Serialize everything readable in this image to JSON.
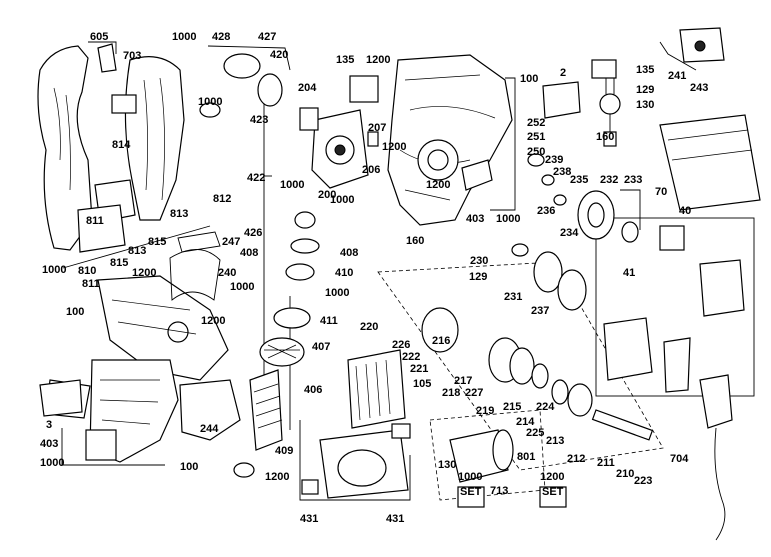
{
  "labels": {
    "l605": "605",
    "l703": "703",
    "l1000a": "1000",
    "l428": "428",
    "l427": "427",
    "l420": "420",
    "l135a": "135",
    "l1200a": "1200",
    "l100a": "100",
    "l2": "2",
    "l135b": "135",
    "l129": "129",
    "l130": "130",
    "l241": "241",
    "l243": "243",
    "l204": "204",
    "l1000b": "1000",
    "l423": "423",
    "l814": "814",
    "l207": "207",
    "l252": "252",
    "l251": "251",
    "l250": "250",
    "l160a": "160",
    "l239": "239",
    "l238": "238",
    "l235": "235",
    "l232": "232",
    "l233": "233",
    "l70": "70",
    "l206": "206",
    "l1200b": "1200",
    "l1000c": "1000",
    "l200": "200",
    "l422": "422",
    "l1200c": "1200",
    "l236": "236",
    "l812": "812",
    "l1000d": "1000",
    "l403a": "403",
    "l1000e": "1000",
    "l234": "234",
    "l40": "40",
    "l813a": "813",
    "l426": "426",
    "l247": "247",
    "l811a": "811",
    "l813b": "813",
    "l408a": "408",
    "l408b": "408",
    "l160b": "160",
    "l815a": "815",
    "l1000f": "1000",
    "l815b": "815",
    "l810": "810",
    "l1200d": "1200",
    "l240": "240",
    "l410": "410",
    "l230": "230",
    "l129b": "129",
    "l41": "41",
    "l811b": "811",
    "l1000g": "1000",
    "l1000h": "1000",
    "l231": "231",
    "l100b": "100",
    "l411": "411",
    "l237": "237",
    "l220": "220",
    "l1200e": "1200",
    "l226": "226",
    "l222": "222",
    "l407": "407",
    "l216": "216",
    "l221": "221",
    "l105": "105",
    "l217": "217",
    "l227": "227",
    "l406": "406",
    "l218": "218",
    "l219": "219",
    "l215": "215",
    "l224": "224",
    "l3": "3",
    "l214": "214",
    "l225": "225",
    "l213": "213",
    "l244": "244",
    "l403b": "403",
    "l409": "409",
    "l212": "212",
    "l211": "211",
    "l210": "210",
    "l704": "704",
    "l1000i": "1000",
    "l100c": "100",
    "l1200f": "1200",
    "l130b": "130",
    "l801": "801",
    "l1000j": "1000",
    "l1200g": "1200",
    "l223": "223",
    "l713": "713",
    "l431a": "431",
    "l431b": "431",
    "set1": "SET",
    "set2": "SET"
  }
}
